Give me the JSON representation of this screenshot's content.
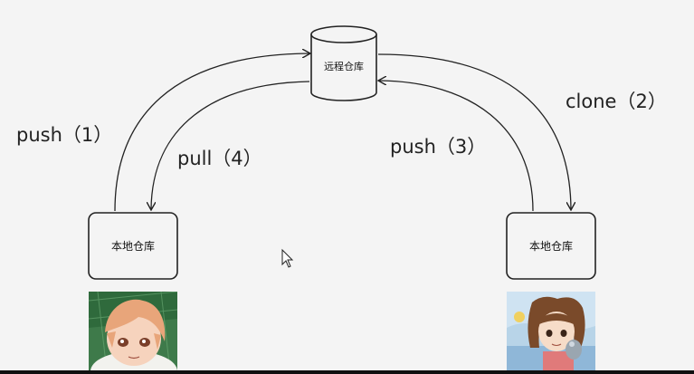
{
  "remote_repo": {
    "label": "远程仓库"
  },
  "local_repo_left": {
    "label": "本地仓库"
  },
  "local_repo_right": {
    "label": "本地仓库"
  },
  "arrows": {
    "push_1": "push（1）",
    "pull_4": "pull（4）",
    "push_3": "push（3）",
    "clone_2": "clone（2）"
  },
  "colors": {
    "background": "#f4f4f4",
    "stroke": "#222222",
    "box_fill": "#f4f4f4"
  },
  "icons": {
    "cursor": "mouse-pointer-icon",
    "avatar_left": "anime-boy-avatar",
    "avatar_right": "anime-girl-avatar"
  }
}
